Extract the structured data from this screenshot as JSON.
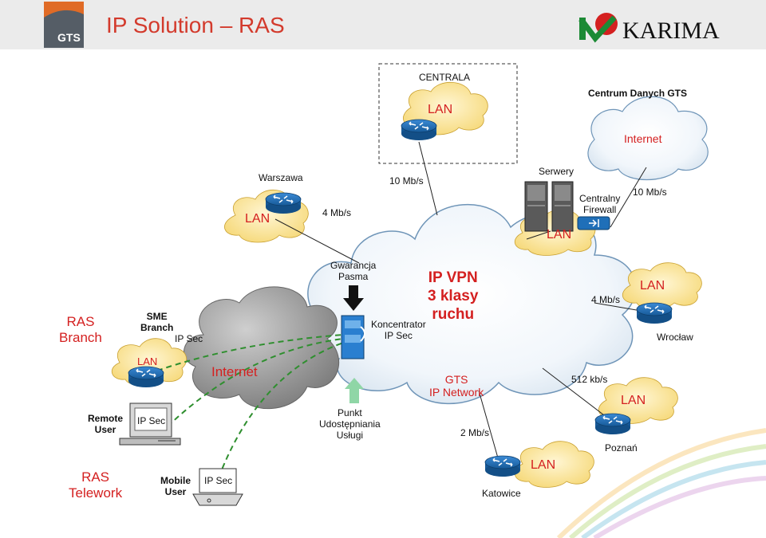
{
  "header": {
    "logo_text": "GTS",
    "title": "IP Solution – RAS",
    "partner_logo": "KARIMA"
  },
  "labels": {
    "centrala": "CENTRALA",
    "lan_centrala": "LAN",
    "centrum_danych": "Centrum Danych GTS",
    "internet_top": "Internet",
    "warszawa": "Warszawa",
    "lan_warszawa": "LAN",
    "speed_4_warszawa": "4 Mb/s",
    "speed_10_centrala": "10 Mb/s",
    "serwery": "Serwery",
    "centralny_firewall": "Centralny\nFirewall",
    "lan_serwery": "LAN",
    "speed_10_internet": "10 Mb/s",
    "ras_branch": "RAS\nBranch",
    "sme_branch": "SME\nBranch",
    "ip_sec_branch": "IP Sec",
    "lan_branch": "LAN",
    "internet_main": "Internet",
    "gwarancja_pasma": "Gwarancja\nPasma",
    "koncentrator": "Koncentrator\nIP Sec",
    "ip_vpn": "IP VPN\n3 klasy\nruchu",
    "speed_4_wroclaw": "4 Mb/s",
    "lan_wroclaw": "LAN",
    "wroclaw": "Wrocław",
    "gts_ip_network": "GTS\nIP Network",
    "speed_512": "512 kb/s",
    "lan_poznan": "LAN",
    "poznan": "Poznań",
    "remote_user": "Remote\nUser",
    "ip_sec_remote": "IP Sec",
    "punkt_uslugi": "Punkt\nUdostępniania\nUsługi",
    "speed_2": "2 Mb/s",
    "lan_katowice": "LAN",
    "katowice": "Katowice",
    "ras_telework": "RAS\nTelework",
    "mobile_user": "Mobile\nUser",
    "ip_sec_mobile": "IP Sec"
  },
  "colors": {
    "title_red": "#d33a2c",
    "router_blue": "#1f6fb8",
    "cloud_yellow": "#fbe7a0",
    "cloud_grey": "#9a9a9a",
    "vpn_green": "#2f8f2f",
    "gts_logo": "#555d66"
  }
}
